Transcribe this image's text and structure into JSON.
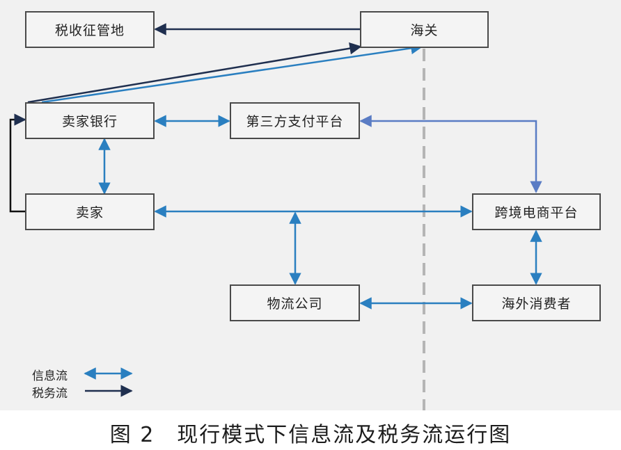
{
  "nodes": {
    "tax_authority": "税收征管地",
    "customs": "海关",
    "seller_bank": "卖家银行",
    "third_party_payment": "第三方支付平台",
    "seller": "卖家",
    "cross_border_platform": "跨境电商平台",
    "logistics": "物流公司",
    "overseas_consumer": "海外消费者"
  },
  "legend": {
    "info_flow": "信息流",
    "tax_flow": "税务流"
  },
  "colors": {
    "info_flow": "#2a7fc0",
    "tax_flow": "#1f2f4f",
    "payment_link": "#5a7cc4",
    "boundary": "#b5b5b5"
  },
  "caption": "图 2　现行模式下信息流及税务流运行图"
}
